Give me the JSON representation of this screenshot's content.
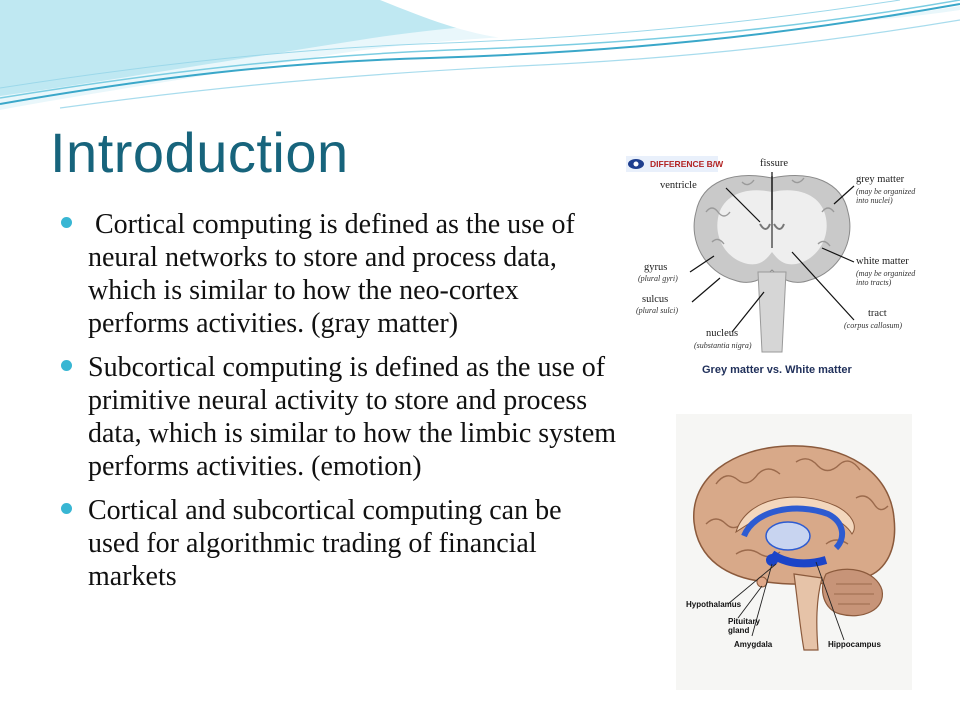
{
  "slide": {
    "title": "Introduction",
    "bullets": [
      " Cortical computing is defined as the use of neural networks to store and process data, which is similar to how the neo-cortex performs activities. (gray matter)",
      "Subcortical computing is defined as the use of primitive neural activity to store and process data, which is similar to how the limbic system performs activities. (emotion)",
      "Cortical and subcortical computing can be used for algorithmic trading of financial markets"
    ]
  },
  "figure_coronal": {
    "logo_text": "DIFFERENCE B/W",
    "labels": {
      "fissure": "fissure",
      "ventricle": "ventricle",
      "grey_matter": "grey matter",
      "grey_matter_note": "(may be organized into nuclei)",
      "gyrus": "gyrus",
      "gyrus_note": "(plural gyri)",
      "sulcus": "sulcus",
      "sulcus_note": "(plural sulci)",
      "white_matter": "white matter",
      "white_matter_note": "(may be organized into tracts)",
      "tract": "tract",
      "tract_note": "(corpus callosum)",
      "nucleus": "nucleus",
      "nucleus_note": "(substantia nigra)"
    },
    "caption": "Grey matter vs. White matter"
  },
  "figure_sagittal": {
    "labels": {
      "hypothalamus": "Hypothalamus",
      "pituitary_gland": "Pituitary gland",
      "amygdala": "Amygdala",
      "hippocampus": "Hippocampus"
    }
  },
  "colors": {
    "title": "#17647c",
    "bullet": "#38b6d3",
    "wave_light": "#dff3f8",
    "wave_mid": "#8fd3e6",
    "wave_dark": "#3aa7c9"
  }
}
